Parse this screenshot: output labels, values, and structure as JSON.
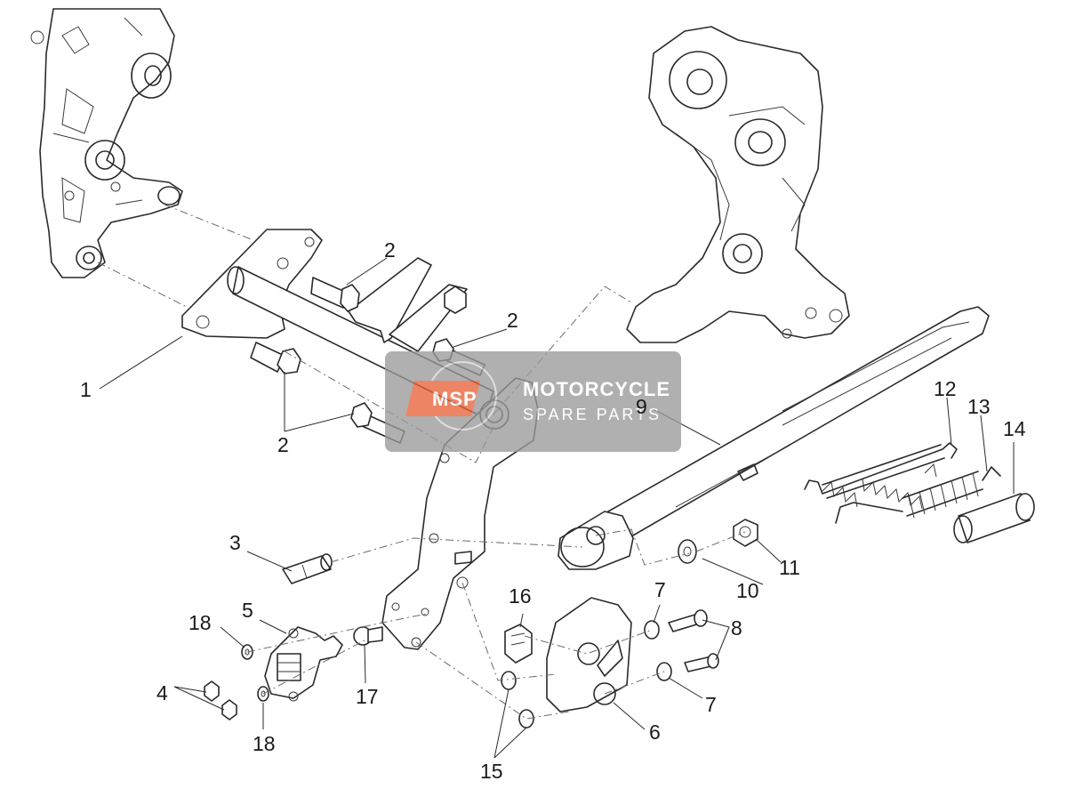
{
  "callouts": {
    "c1": "1",
    "c2a": "2",
    "c2b": "2",
    "c2c": "2",
    "c3": "3",
    "c4": "4",
    "c5": "5",
    "c6": "6",
    "c7a": "7",
    "c7b": "7",
    "c8": "8",
    "c9": "9",
    "c10": "10",
    "c11": "11",
    "c12": "12",
    "c13": "13",
    "c14": "14",
    "c15": "15",
    "c16": "16",
    "c17": "17",
    "c18a": "18",
    "c18b": "18"
  },
  "watermark": {
    "logo": "MSP",
    "line1": "MOTORCYCLE",
    "line2": "SPARE PARTS",
    "panel_color": "#9a9a9a",
    "accent_color": "#e8633a"
  }
}
